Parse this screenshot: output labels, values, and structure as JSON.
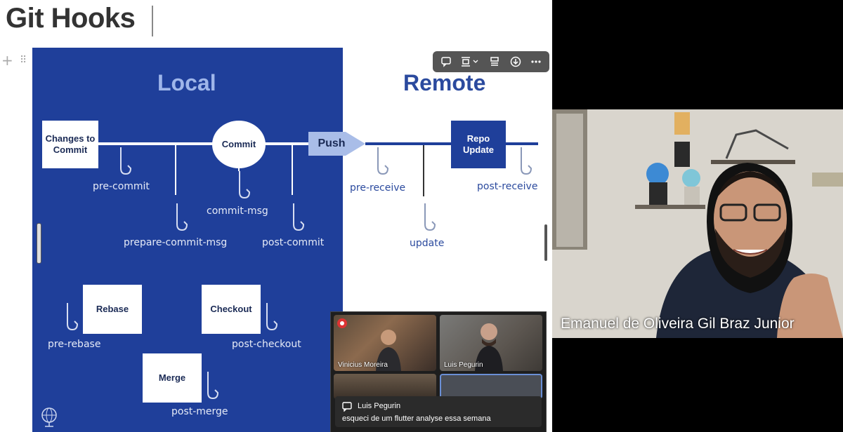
{
  "document": {
    "title": "Git Hooks",
    "gutter_add": "+",
    "gutter_drag": "⠿"
  },
  "slide": {
    "local_title": "Local",
    "remote_title": "Remote",
    "boxes": {
      "changes": "Changes to Commit",
      "commit": "Commit",
      "push": "Push",
      "repo_update": "Repo Update",
      "rebase": "Rebase",
      "checkout": "Checkout",
      "merge": "Merge"
    },
    "hooks": {
      "pre_commit": "pre-commit",
      "prepare_commit_msg": "prepare-commit-msg",
      "commit_msg": "commit-msg",
      "post_commit": "post-commit",
      "pre_receive": "pre-receive",
      "update": "update",
      "post_receive": "post-receive",
      "pre_rebase": "pre-rebase",
      "post_checkout": "post-checkout",
      "post_merge": "post-merge"
    },
    "colors": {
      "local_bg": "#1f3f9a",
      "local_title": "#9fb6ea",
      "remote_title": "#2b4a9e",
      "push_arrow": "#a9bde8",
      "repo_box": "#1f3f9a"
    }
  },
  "toolbar": {
    "icons": [
      "comment-icon",
      "align-icon",
      "layout-icon",
      "download-icon",
      "more-icon"
    ]
  },
  "video": {
    "main_speaker": "Emanuel de Oliveira Gil Braz Junior",
    "participants": [
      "Vinicius Moreira",
      "Luis Pegurin"
    ],
    "chat": {
      "sender": "Luis Pegurin",
      "message": "esqueci de um flutter analyse essa semana"
    }
  }
}
